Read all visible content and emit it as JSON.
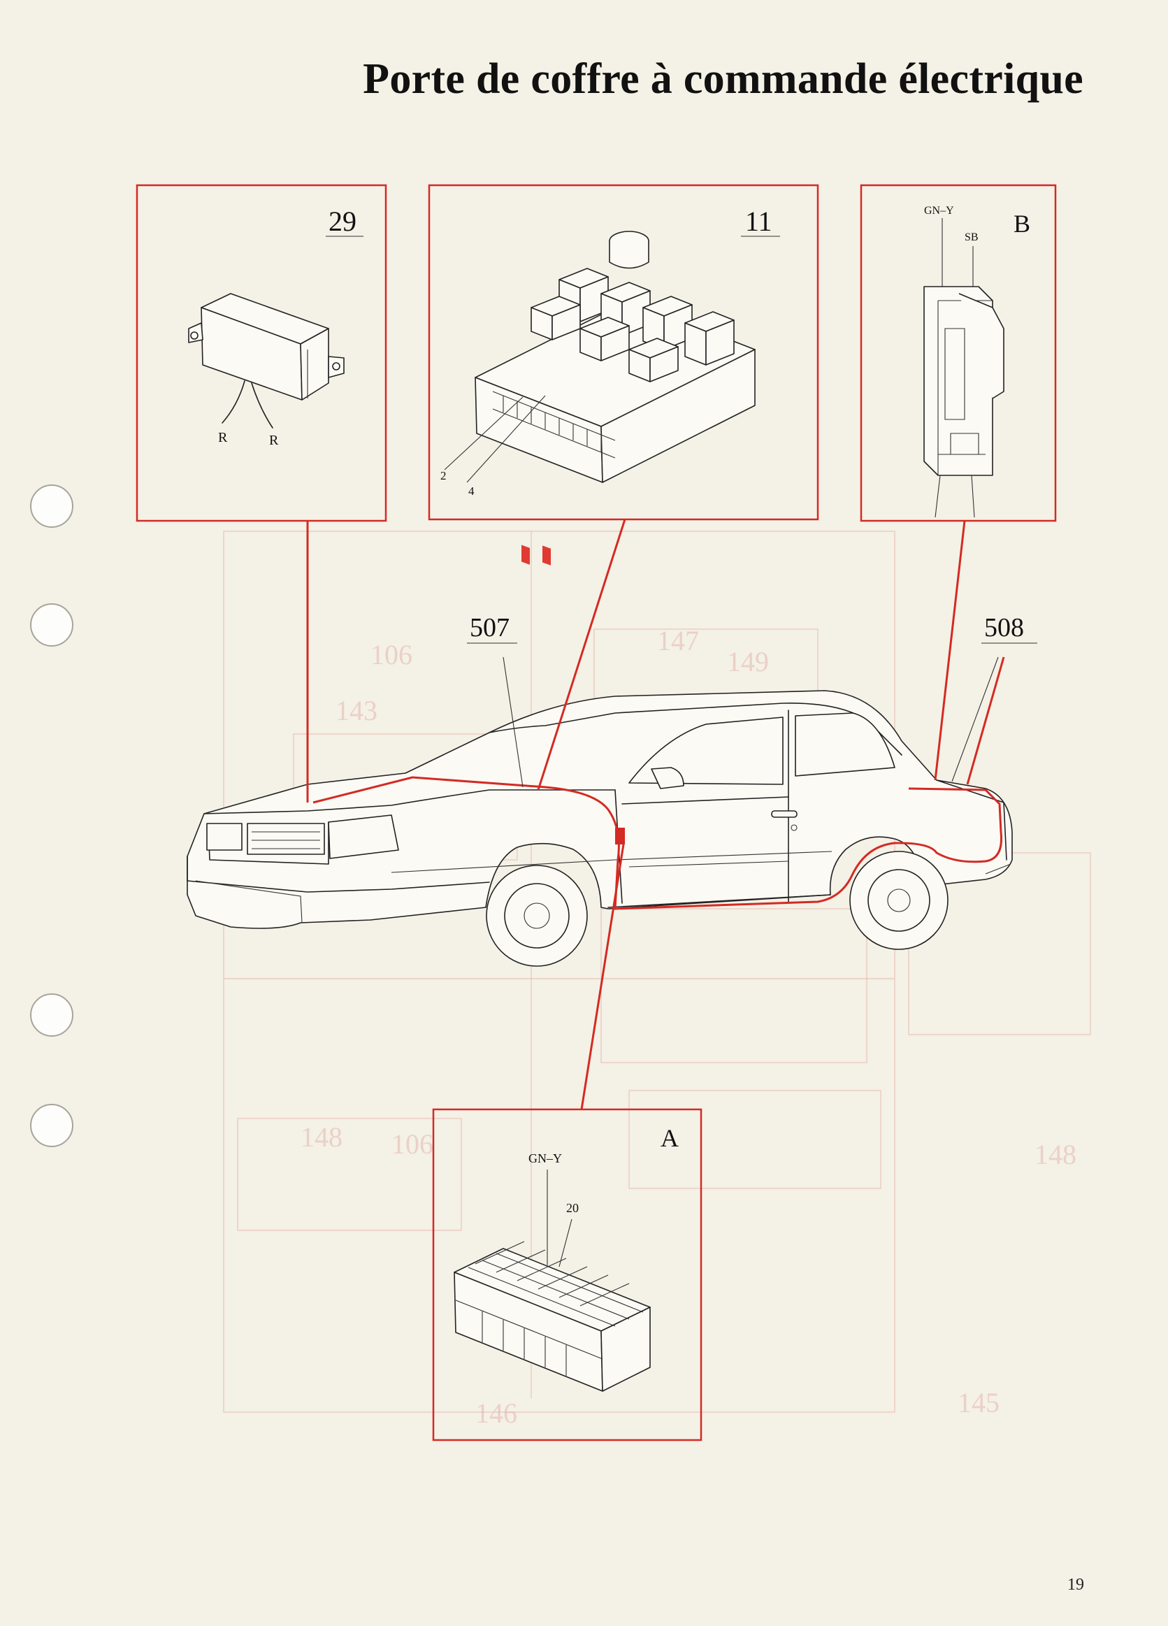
{
  "page": {
    "title": "Porte de coffre à commande électrique",
    "number": "19"
  },
  "callouts": [
    {
      "id": "29",
      "label": "29",
      "wires": [
        "R",
        "R"
      ]
    },
    {
      "id": "11",
      "label": "11",
      "pins": [
        "2",
        "4"
      ]
    },
    {
      "id": "B",
      "label": "B",
      "wires": [
        "GN–Y",
        "SB"
      ]
    },
    {
      "id": "A",
      "label": "A",
      "wire": "GN–Y",
      "pin": "20"
    }
  ],
  "harness_labels": [
    "507",
    "508"
  ],
  "colors": {
    "highlight": "#d42a24",
    "ink": "#222222",
    "paper": "#f4f1e6"
  }
}
